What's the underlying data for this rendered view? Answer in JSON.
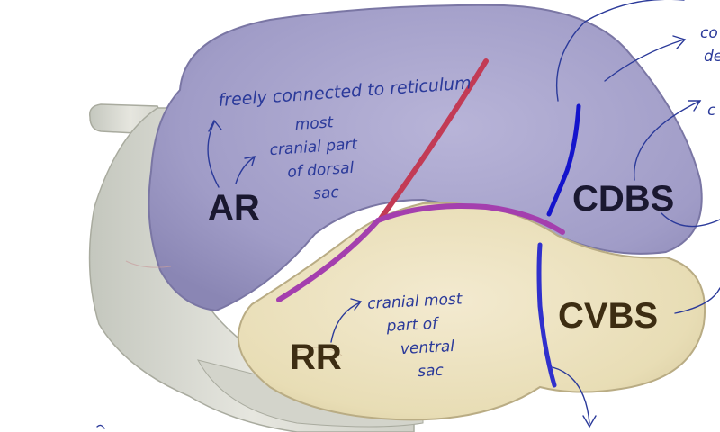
{
  "labels": {
    "ar": "AR",
    "rr": "RR",
    "cdbs": "CDBS",
    "cvbs": "CVBS"
  },
  "notes": {
    "freely": "freely connected to reticulum",
    "ar_note": [
      "most",
      "cranial part",
      "of dorsal",
      "sac"
    ],
    "rr_note": [
      "cranial most",
      "part of",
      "ventral",
      "sac"
    ],
    "edge_top": [
      "co",
      "de"
    ],
    "edge_mid": "c"
  },
  "colors": {
    "dorsal_sac": "#a29fc8",
    "ventral_sac": "#ede2bd",
    "esophagus_body": "#d8d8cf",
    "red_line": "#c23b55",
    "purple_line": "#a43fae",
    "blue_line": "#2424cc",
    "label_dark": "#1a1830",
    "label_brown": "#3d2d12",
    "ink": "#2b3a9a"
  }
}
